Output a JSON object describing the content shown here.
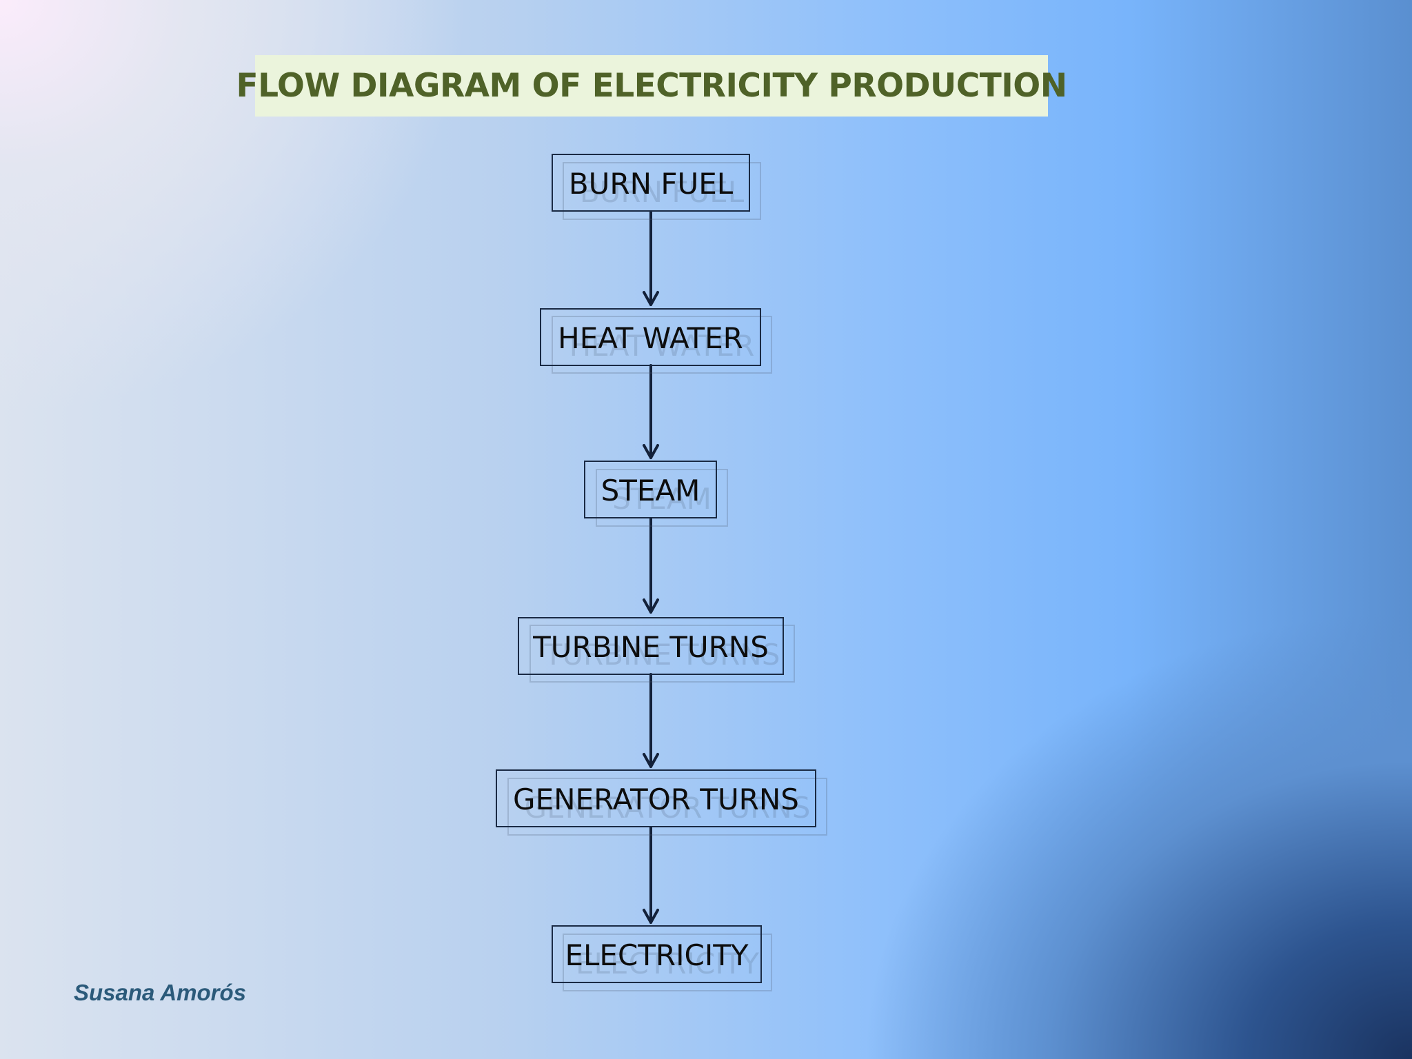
{
  "title": "FLOW DIAGRAM OF ELECTRICITY PRODUCTION",
  "steps": [
    {
      "label": "BURN FUEL"
    },
    {
      "label": "HEAT WATER"
    },
    {
      "label": "STEAM"
    },
    {
      "label": "TURBINE TURNS"
    },
    {
      "label": "GENERATOR TURNS"
    },
    {
      "label": "ELECTRICITY"
    }
  ],
  "author": "Susana Amorós",
  "colors": {
    "title_text": "#4f6228",
    "title_background": "#ebf4dc",
    "box_border": "#1a2a44",
    "arrow": "#13213a",
    "author_text": "#2b5a7a"
  }
}
